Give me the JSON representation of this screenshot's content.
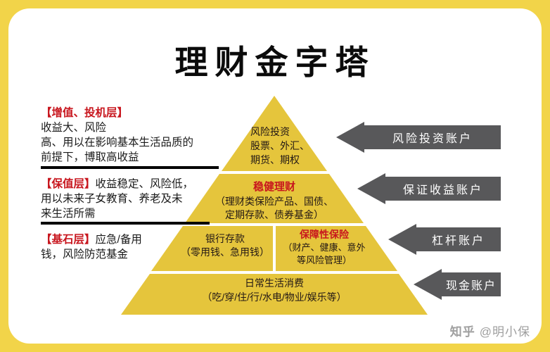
{
  "title": "理财金字塔",
  "colors": {
    "background": "#F2D449",
    "card": "#FFFFFF",
    "pyramid": "#E5C53C",
    "arrow_gray": "#58585A",
    "accent_red": "#C8161E",
    "text_black": "#231815",
    "watermark_gray": "#9E9E9E"
  },
  "pyramid": {
    "level1": {
      "name": "风险投资",
      "line2": "股票、外汇、",
      "line3": "期货、期权"
    },
    "level2": {
      "name": "稳健理财",
      "line2": "（理财类保险产品、国债、",
      "line3": "定期存款、债券基金）"
    },
    "level3_left": {
      "name": "银行存款",
      "line2": "（零用钱、急用钱）"
    },
    "level3_right": {
      "name": "保障性保险",
      "line2": "（财产、健康、意外",
      "line3": "等风险管理）"
    },
    "level4": {
      "name": "日常生活消费",
      "line2": "（吃/穿/住/行/水电/物业/娱乐等）"
    }
  },
  "annotations": [
    {
      "label": "【增值、投机层】",
      "lines": [
        "收益大、风险",
        "高、用以在影响基本生活品质的",
        "前提下，博取高收益"
      ]
    },
    {
      "label": "【保值层】",
      "inline": "收益稳定、风险低，",
      "lines": [
        "用以未来子女教育、养老及未",
        "来生活所需"
      ]
    },
    {
      "label": "【基石层】",
      "inline": "应急/备用",
      "lines": [
        "钱，风险防范基金"
      ]
    }
  ],
  "accounts": [
    {
      "label": "风险投资账户"
    },
    {
      "label": "保证收益账户"
    },
    {
      "label": "杠杆账户"
    },
    {
      "label": "现金账户"
    }
  ],
  "watermark": {
    "brand": "知乎",
    "handle": "@明小保"
  }
}
